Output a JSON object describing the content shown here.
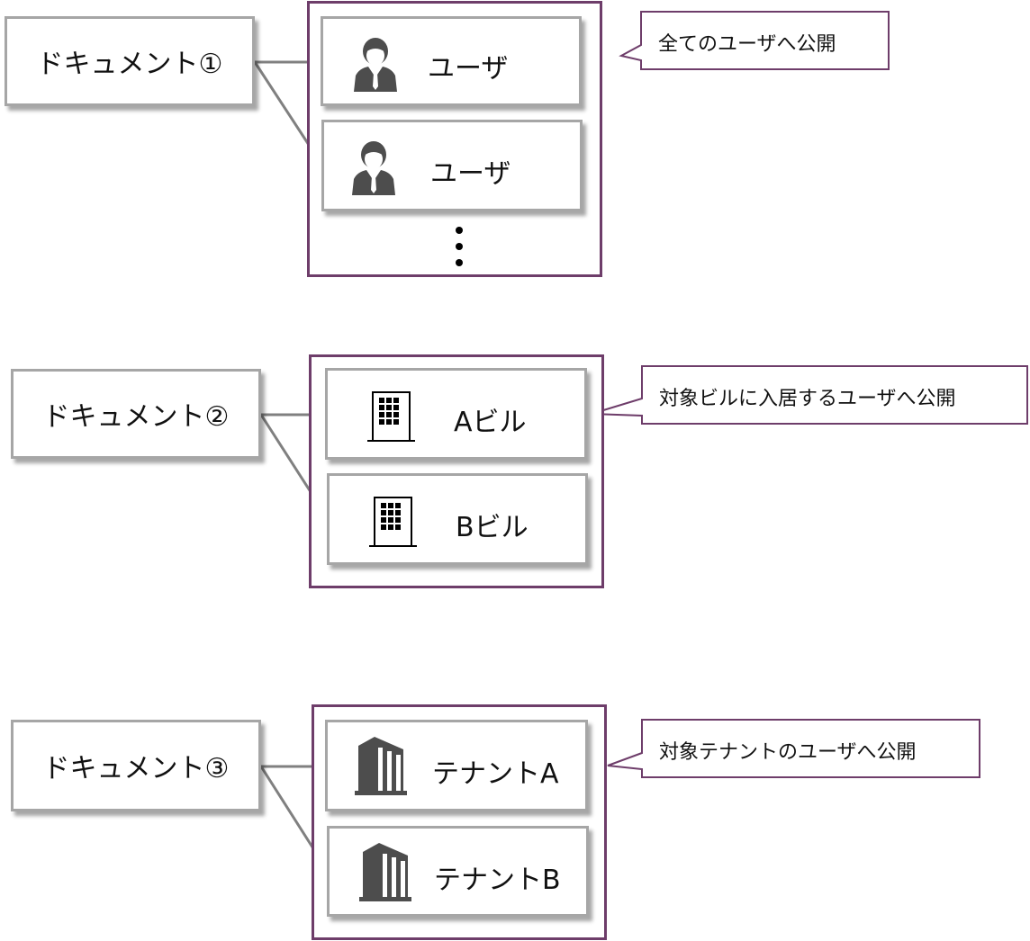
{
  "sections": [
    {
      "document": "ドキュメント①",
      "items": [
        {
          "label": "ユーザ",
          "icon": "user-icon"
        },
        {
          "label": "ユーザ",
          "icon": "user-icon"
        }
      ],
      "more_indicator": "⋮",
      "callout": "全てのユーザへ公開"
    },
    {
      "document": "ドキュメント②",
      "items": [
        {
          "label": "Aビル",
          "icon": "building-icon"
        },
        {
          "label": "Bビル",
          "icon": "building-icon"
        }
      ],
      "callout": "対象ビルに入居するユーザへ公開"
    },
    {
      "document": "ドキュメント③",
      "items": [
        {
          "label": "テナントA",
          "icon": "tenant-building-icon"
        },
        {
          "label": "テナントB",
          "icon": "tenant-building-icon"
        }
      ],
      "callout": "対象テナントのユーザへ公開"
    }
  ],
  "colors": {
    "group_border": "#6e3d6a",
    "box_border": "#a6a6a6",
    "connector": "#808080",
    "icon": "#4d4d4d"
  }
}
